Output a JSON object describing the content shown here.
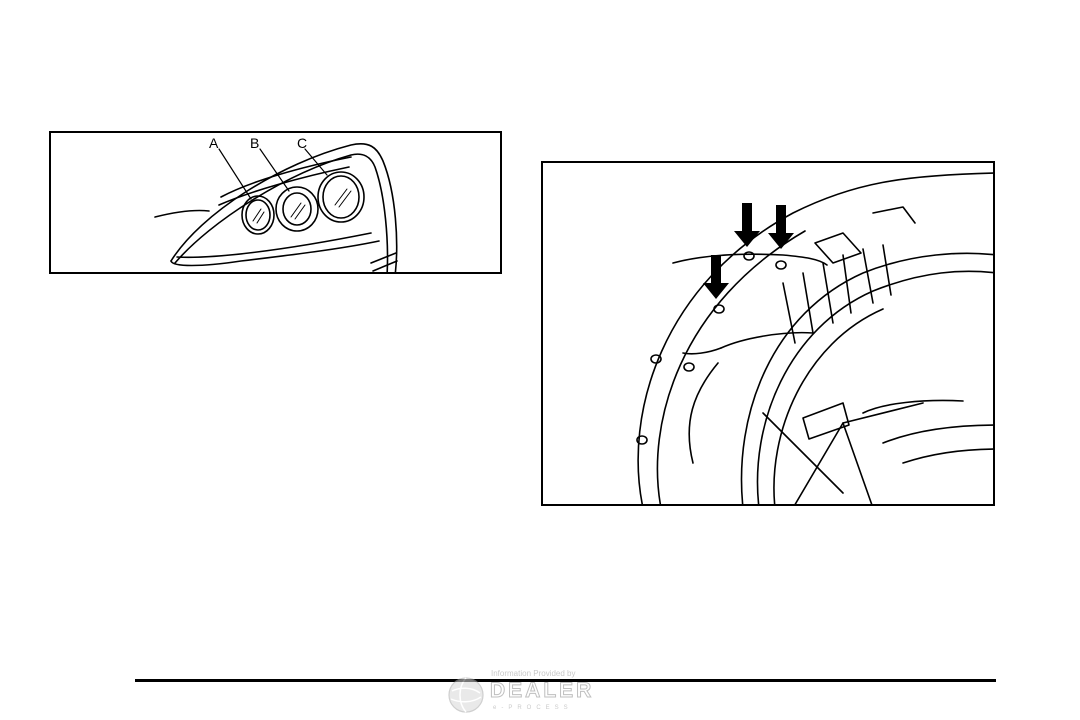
{
  "left_figure": {
    "callouts": [
      "A",
      "B",
      "C"
    ]
  },
  "watermark": {
    "caption": "Information Provided by",
    "brand": "DEALER",
    "subtext": "e-PROCESS"
  }
}
